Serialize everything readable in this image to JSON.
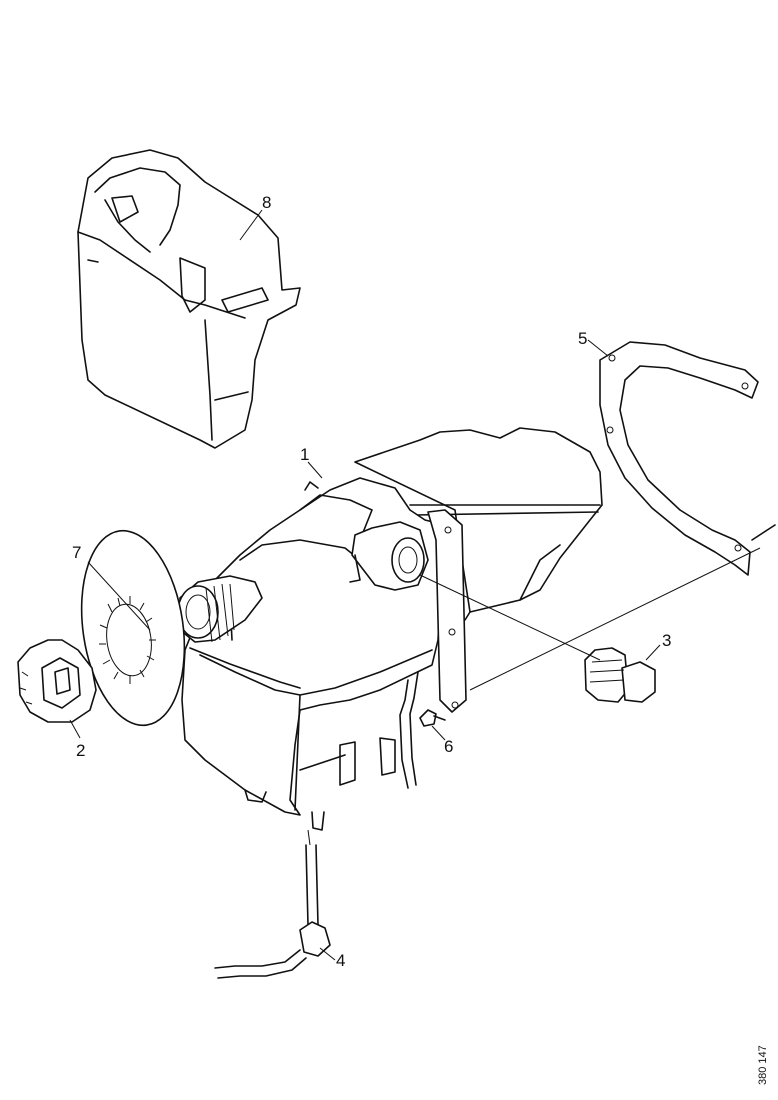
{
  "callouts": {
    "c1": "1",
    "c2": "2",
    "c3": "3",
    "c4": "4",
    "c5": "5",
    "c6": "6",
    "c7": "7",
    "c8": "8"
  },
  "reference_number": "380 147"
}
